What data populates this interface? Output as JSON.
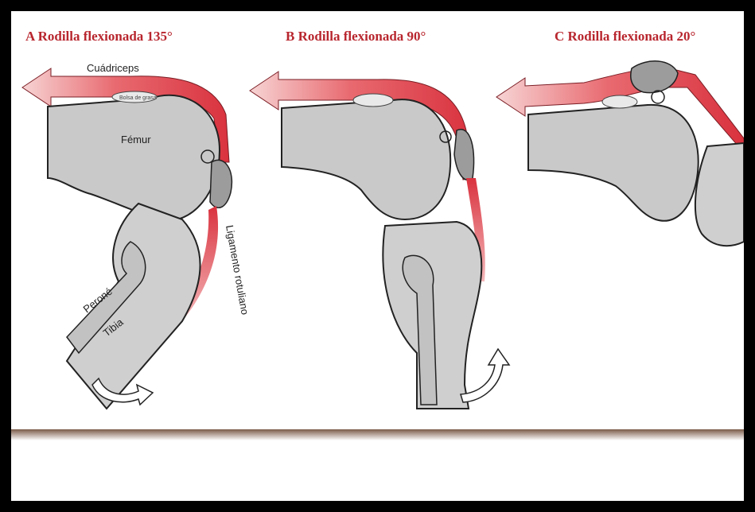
{
  "panels": [
    {
      "title": "A  Rodilla flexionada 135°"
    },
    {
      "title": "B  Rodilla flexionada 90°"
    },
    {
      "title": "C  Rodilla flexionada 20°"
    }
  ],
  "labels": {
    "quadriceps": "Cuádriceps",
    "femur": "Fémur",
    "fibula": "Peroné",
    "tibia": "Tibia",
    "patellar_ligament": "Ligamento rotuliano",
    "bursa": "Bolsa de grasa"
  },
  "colors": {
    "muscle": "#d9323e",
    "bone": "#c9c9c9",
    "patella": "#9c9c9c",
    "title": "#b8262e"
  }
}
